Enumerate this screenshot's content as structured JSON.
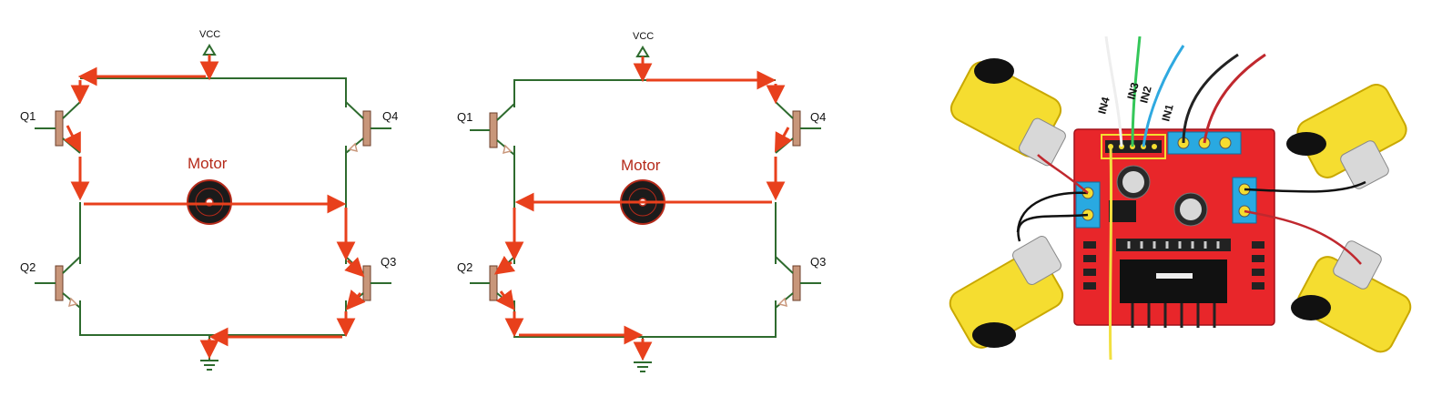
{
  "circuits": [
    {
      "vcc": "VCC",
      "motor": "Motor",
      "q1": "Q1",
      "q2": "Q2",
      "q3": "Q3",
      "q4": "Q4"
    },
    {
      "vcc": "VCC",
      "motor": "Motor",
      "q1": "Q1",
      "q2": "Q2",
      "q3": "Q3",
      "q4": "Q4"
    }
  ],
  "board": {
    "pins": [
      "IN4",
      "IN3",
      "IN2",
      "IN1"
    ]
  },
  "colors": {
    "wire": "#2e6b2e",
    "current": "#e8401c",
    "motor_label": "#b52a1a",
    "transistor": "#c8967a",
    "board": "#e8262a",
    "motor_body": "#f5dd30",
    "terminal": "#29a9e1"
  }
}
